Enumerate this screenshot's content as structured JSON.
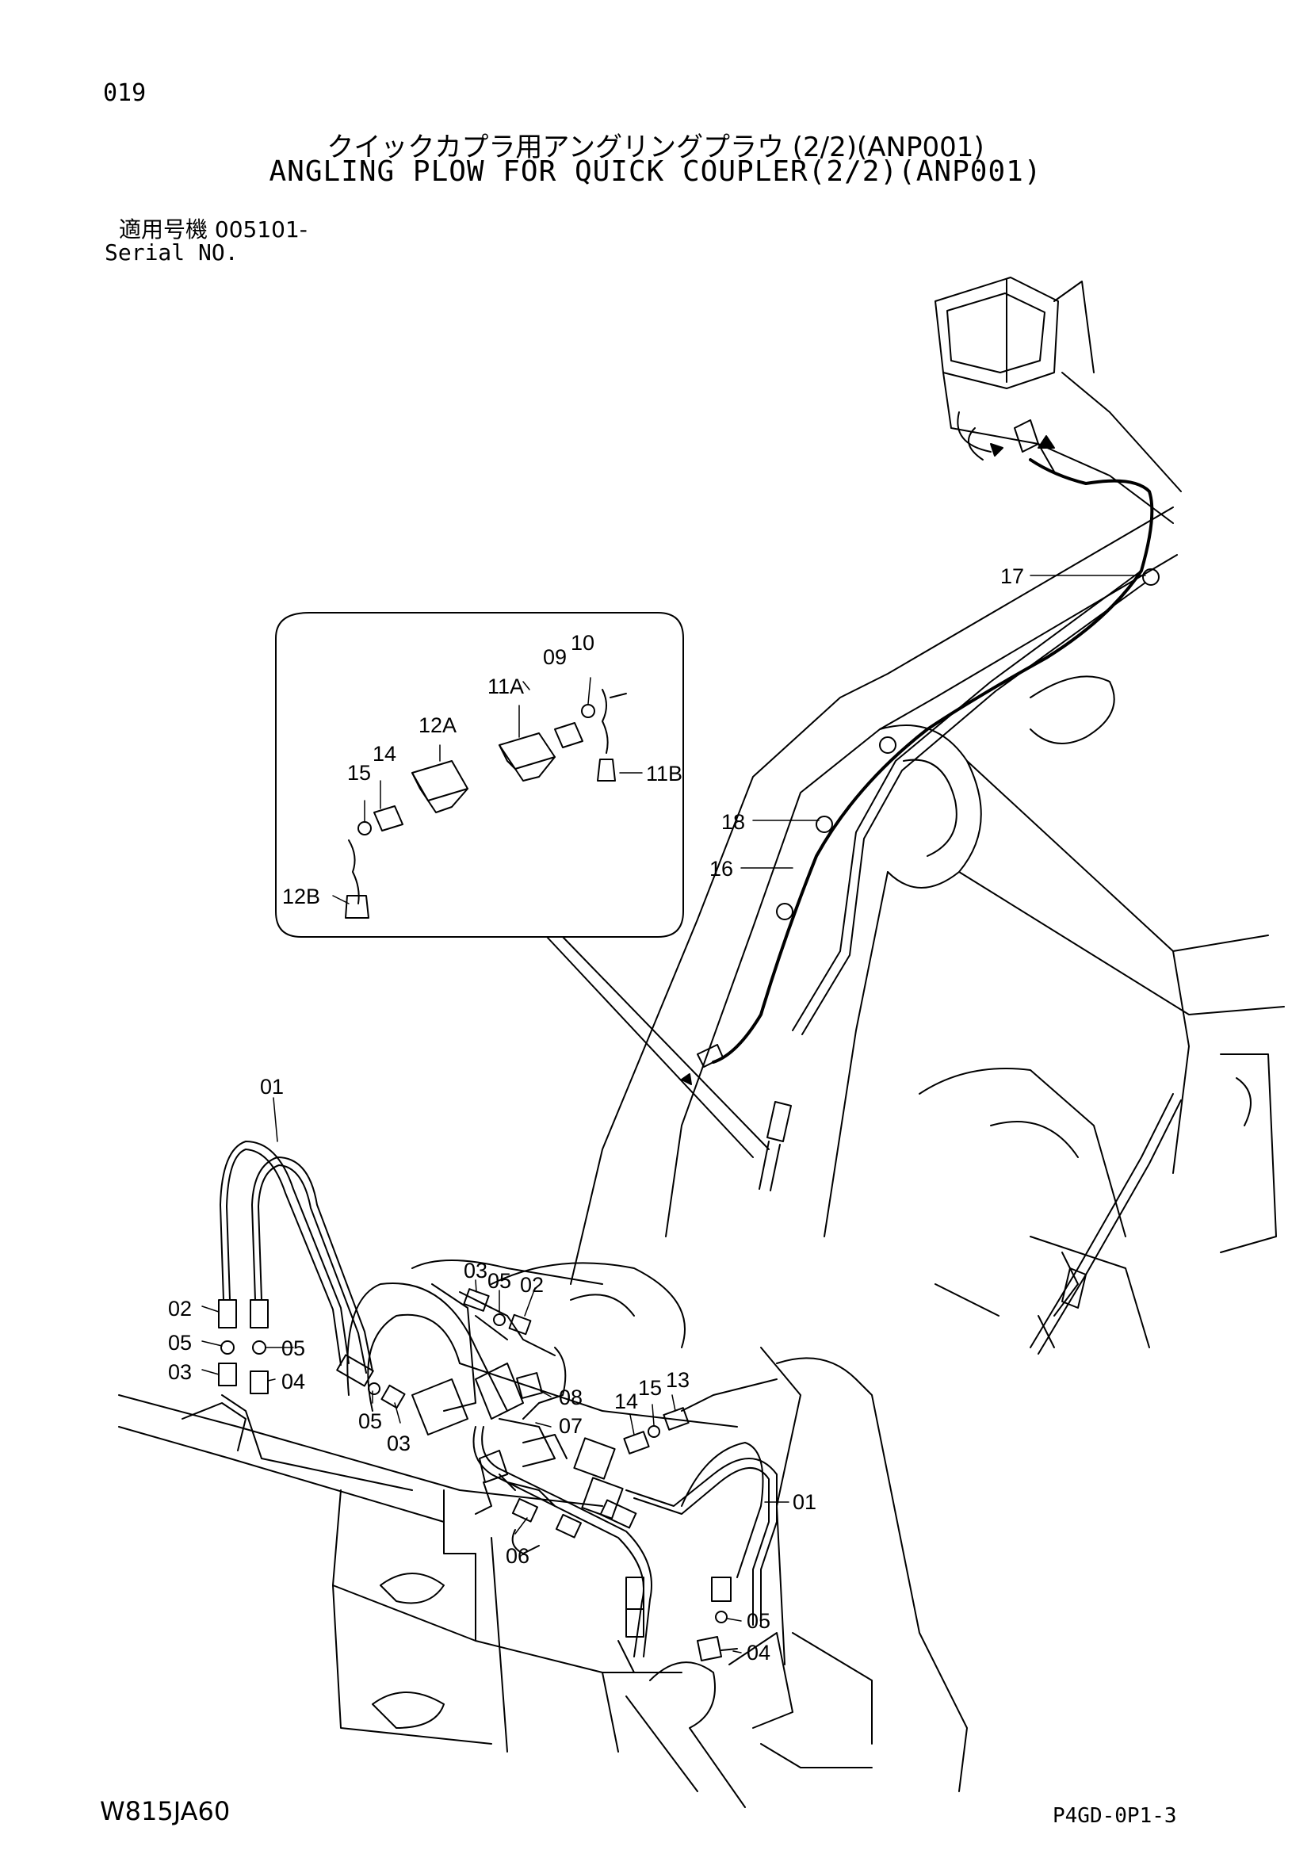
{
  "page_number": "019",
  "title_jp": "クイックカプラ用アングリングプラウ (2/2)(ANP001)",
  "title_en": "ANGLING PLOW FOR QUICK COUPLER(2/2)(ANP001)",
  "serial_jp": "適用号機 005101-",
  "serial_en": "Serial NO.",
  "document_code": "W815JA60",
  "reference_code": "P4GD-0P1-3",
  "callouts": {
    "p01a": "01",
    "p01b": "01",
    "p02a": "02",
    "p02b": "02",
    "p03a": "03",
    "p03b": "03",
    "p03c": "03",
    "p04a": "04",
    "p04b": "04",
    "p05a": "05",
    "p05b": "05",
    "p05c": "05",
    "p05d": "05",
    "p05e": "05",
    "p06": "06",
    "p07": "07",
    "p08": "08",
    "p09": "09",
    "p10": "10",
    "p11A": "11A",
    "p11B": "11B",
    "p12A": "12A",
    "p12B": "12B",
    "p13": "13",
    "p14a": "14",
    "p14b": "14",
    "p15a": "15",
    "p15b": "15",
    "p16": "16",
    "p17": "17",
    "p18": "18"
  }
}
